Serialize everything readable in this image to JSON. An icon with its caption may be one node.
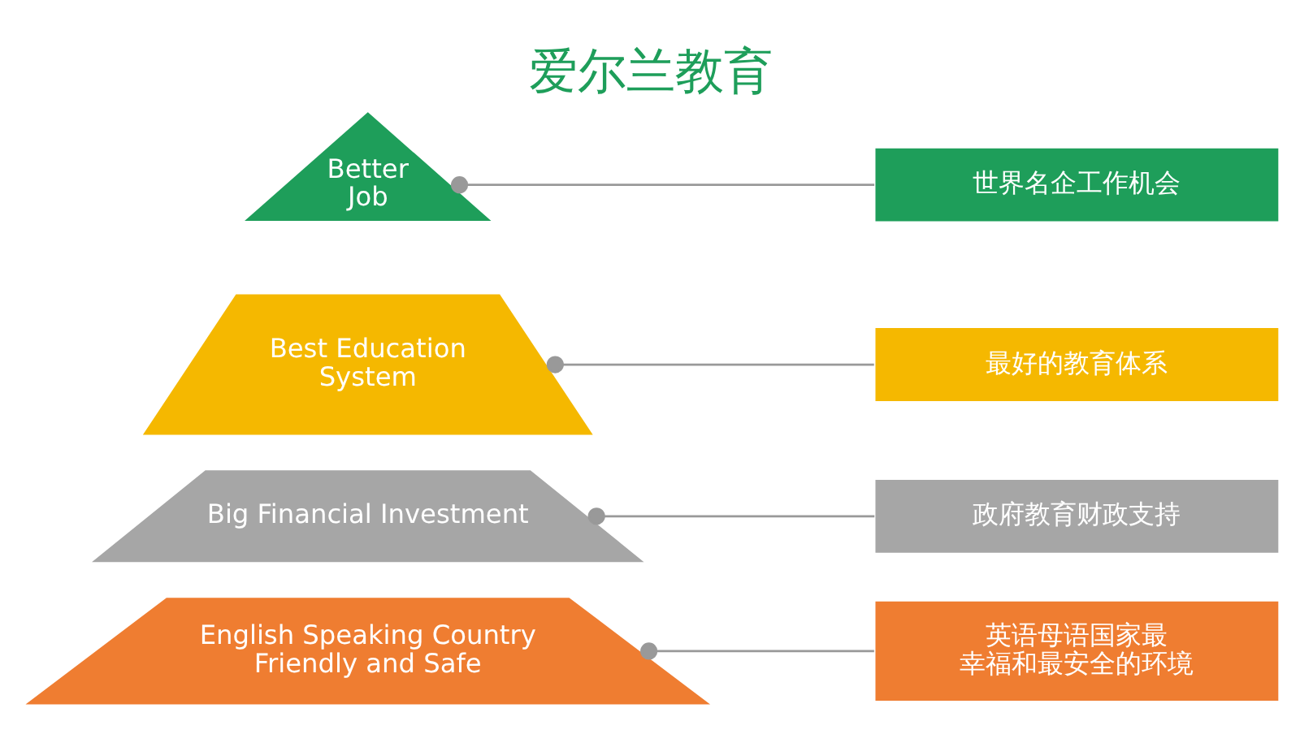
{
  "diagram": {
    "title": "爱尔兰教育",
    "nodes": [
      {
        "text": [
          "Better Job"
        ]
      },
      {
        "text": [
          "Best Education System"
        ]
      },
      {
        "text": [
          "Big Financial Investment"
        ]
      },
      {
        "text": [
          "English Speaking Country Friendly and Safe"
        ]
      },
      {
        "text": [
          "世界名企工作机会"
        ]
      },
      {
        "text": [
          "最好的教育体系"
        ]
      },
      {
        "text": [
          "政府教育财政支持"
        ]
      },
      {
        "text": [
          "英语母语国家最幸福和最安全的环境"
        ]
      }
    ],
    "edges": [
      {
        "from": 0,
        "to": 4,
        "arrow": "other"
      },
      {
        "from": 1,
        "to": 5,
        "arrow": "other"
      },
      {
        "from": 2,
        "to": 6,
        "arrow": "other"
      },
      {
        "from": 3,
        "to": 7,
        "arrow": "other"
      }
    ]
  }
}
